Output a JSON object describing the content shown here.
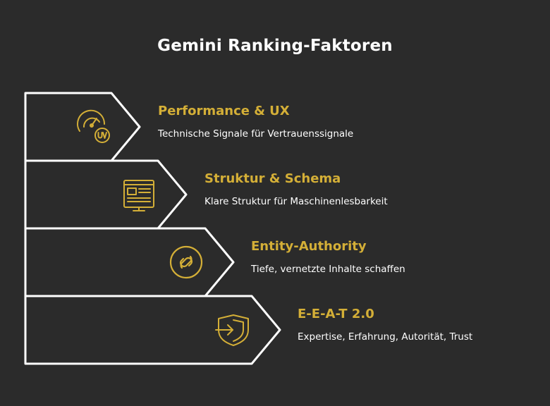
{
  "title": "Gemini Ranking-Faktoren",
  "colors": {
    "background": "#2b2b2b",
    "outline": "#ffffff",
    "accent": "#d4af37",
    "text": "#ffffff"
  },
  "layers": [
    {
      "heading": "Performance & UX",
      "description": "Technische Signale für Vertrauenssignale",
      "icon": "speedometer-uv-icon"
    },
    {
      "heading": "Struktur & Schema",
      "description": "Klare Struktur für Maschinenlesbarkeit",
      "icon": "structured-monitor-icon"
    },
    {
      "heading": "Entity-Authority",
      "description": "Tiefe, vernetzte Inhalte schaffen",
      "icon": "linked-circle-icon"
    },
    {
      "heading": "E-E-A-T 2.0",
      "description": "Expertise, Erfahrung, Autorität, Trust",
      "icon": "shield-arrow-icon"
    }
  ]
}
